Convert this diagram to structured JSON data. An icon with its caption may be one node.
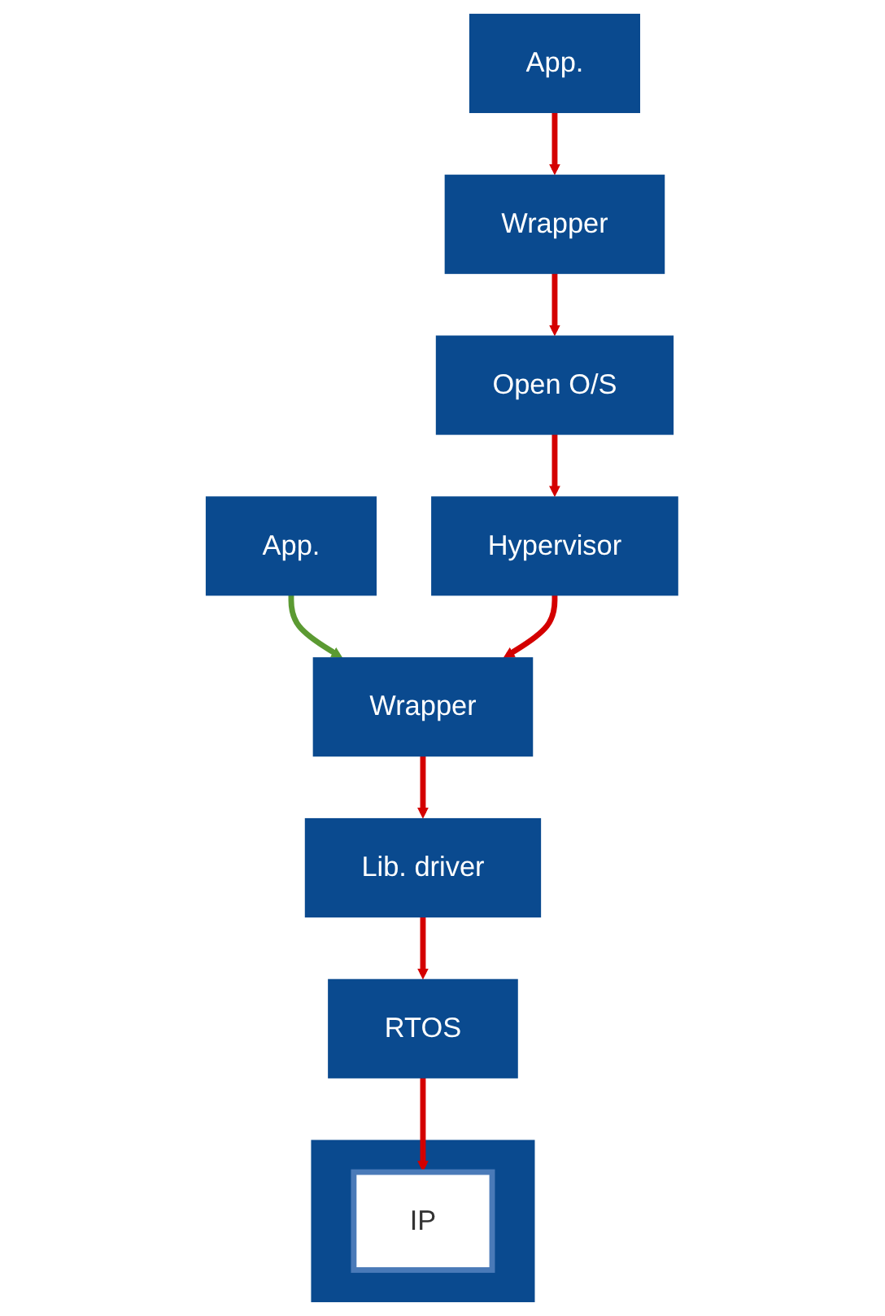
{
  "diagram": {
    "nodes": [
      {
        "text": [
          "App."
        ]
      },
      {
        "text": [
          "App."
        ]
      },
      {
        "text": [
          "Wrapper"
        ]
      },
      {
        "text": [
          "Wrapper"
        ]
      },
      {
        "text": [
          "Lib. driver"
        ]
      },
      {
        "text": [
          "RTOS"
        ]
      },
      {
        "text": [
          "Open O/S"
        ]
      },
      {
        "text": [
          "Hypervisor"
        ]
      },
      {
        "text": [],
        "shape": "box"
      },
      {
        "text": [
          "IP"
        ],
        "in": 8
      }
    ],
    "edges": [
      {
        "from": 0,
        "to": 2,
        "arrow": "to",
        "color": "#5b9a32"
      },
      {
        "from": 1,
        "to": 3,
        "arrow": "to"
      },
      {
        "from": 2,
        "to": 4,
        "arrow": "to"
      },
      {
        "from": 3,
        "to": 6,
        "arrow": "to"
      },
      {
        "from": 4,
        "to": 5,
        "arrow": "to"
      },
      {
        "from": 6,
        "to": 7,
        "arrow": "to"
      },
      {
        "from": 7,
        "to": 2,
        "arrow": "to"
      },
      {
        "from": 5,
        "to": 9,
        "arrow": "to"
      }
    ]
  }
}
